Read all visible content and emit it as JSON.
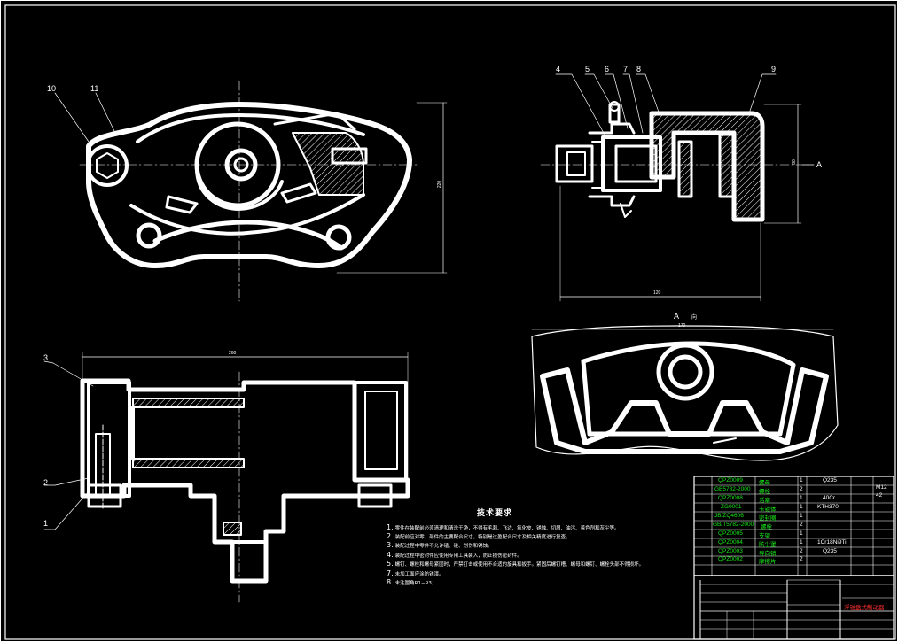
{
  "view_labels": {
    "section_a": "A",
    "section_a_view": "A",
    "section_a_view_suffix": "向"
  },
  "part_callouts": [
    "1",
    "2",
    "3",
    "4",
    "5",
    "6",
    "7",
    "8",
    "9",
    "10",
    "11"
  ],
  "dimensions": {
    "top_left_height": "220",
    "top_right_height": "80",
    "top_right_width": "120",
    "bottom_left_width": "260",
    "bottom_right_width": "170"
  },
  "tech_notes": {
    "title": "技术要求",
    "items": [
      {
        "num": "1.",
        "text": "零件在装配前必须清理和清洗干净，不得有毛刺、飞边、氧化皮、锈蚀、切屑、油污、着色剂和灰尘等。"
      },
      {
        "num": "2.",
        "text": "装配前应对零、部件的主要配合尺寸，特别是过盈配合尺寸及相关精度进行复查。"
      },
      {
        "num": "3.",
        "text": "装配过程中零件不允许磕、碰、划伤和锈蚀。"
      },
      {
        "num": "4.",
        "text": "装配过程中密封件应使用专用工具装入，防止损伤密封件。"
      },
      {
        "num": "5.",
        "text": "螺钉、螺栓和螺母紧固时，严禁打击或使用不合适的旋具和扳手。紧固后螺钉槽、螺母和螺钉、螺栓头部不得损坏。"
      },
      {
        "num": "7.",
        "text": "未加工面应涂防锈漆。"
      },
      {
        "num": "8.",
        "text": "未注圆角R1−R3；"
      }
    ]
  },
  "bom": {
    "rows": [
      {
        "code": "QPZ0009",
        "name": "螺母",
        "qty": "1",
        "material": "Q235"
      },
      {
        "code": "GB5782-2000",
        "name": "螺栓",
        "qty": "2",
        "material": "M12"
      },
      {
        "code": "QPZ0008",
        "name": "活塞",
        "qty": "1",
        "material": "40Cr"
      },
      {
        "code": "ZG0001",
        "name": "卡钳体",
        "qty": "1",
        "material": "KTH370-"
      },
      {
        "code": "JB/ZQ4606",
        "name": "密封圈",
        "qty": "1",
        "material": ""
      },
      {
        "code": "GB/T5782-2000",
        "name": "螺栓",
        "qty": "2",
        "material": ""
      },
      {
        "code": "QPZ0005",
        "name": "支架",
        "qty": "1",
        "material": ""
      },
      {
        "code": "QPZ0004",
        "name": "防尘罩",
        "qty": "1",
        "material": "1Cr18Ni9Ti"
      },
      {
        "code": "QPZ0003",
        "name": "导向销",
        "qty": "2",
        "material": "Q235"
      },
      {
        "code": "QPZ0002",
        "name": "摩擦片",
        "qty": "2",
        "material": ""
      }
    ],
    "extra_right": "42",
    "title_block": "浮钳盘式制动器",
    "accent_green": "#19e619",
    "accent_red": "#ff3030"
  }
}
